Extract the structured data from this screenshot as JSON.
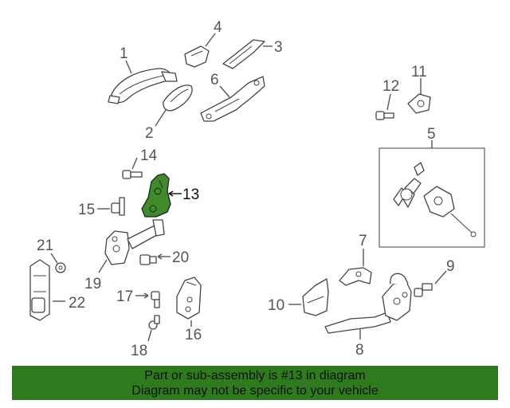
{
  "colors": {
    "highlight_part": "#3f8a2a",
    "banner_background": "#2f7a1f",
    "line": "#444444"
  },
  "callouts": {
    "c1": "1",
    "c2": "2",
    "c3": "3",
    "c4": "4",
    "c5": "5",
    "c6": "6",
    "c7": "7",
    "c8": "8",
    "c9": "9",
    "c10": "10",
    "c11": "11",
    "c12": "12",
    "c13": "13",
    "c14": "14",
    "c15": "15",
    "c16": "16",
    "c17": "17",
    "c18": "18",
    "c19": "19",
    "c20": "20",
    "c21": "21",
    "c22": "22"
  },
  "highlighted_callout": "13",
  "banner": {
    "line1": "Part or sub-assembly is #13 in diagram",
    "line2": "Diagram may not be specific to your vehicle"
  }
}
